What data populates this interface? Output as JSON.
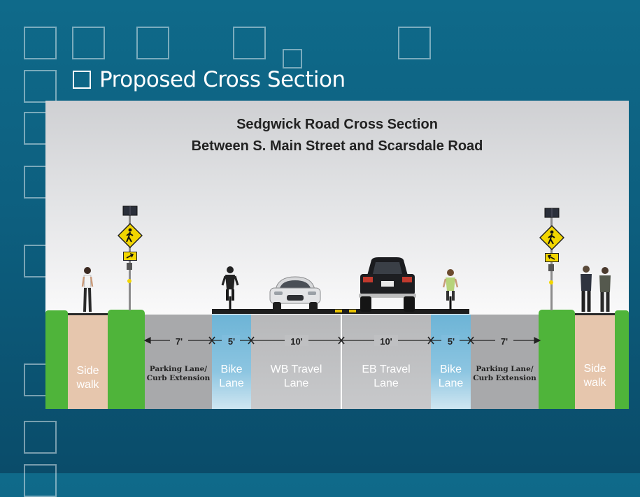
{
  "slide": {
    "title": "Proposed Cross Section"
  },
  "diagram": {
    "heading_line1": "Sedgwick Road Cross Section",
    "heading_line2": "Between S. Main Street and Scarsdale Road",
    "segments": [
      {
        "label": "Side walk",
        "line1": "Side",
        "line2": "walk"
      },
      {
        "label": "Parking Lane/ Curb Extension",
        "line1": "Parking Lane/",
        "line2": "Curb Extension",
        "width": "7'"
      },
      {
        "label": "Bike Lane",
        "line1": "Bike",
        "line2": "Lane",
        "width": "5'"
      },
      {
        "label": "WB Travel Lane",
        "line1": "WB Travel",
        "line2": "Lane",
        "width": "10'"
      },
      {
        "label": "EB Travel Lane",
        "line1": "EB Travel",
        "line2": "Lane",
        "width": "10'"
      },
      {
        "label": "Bike Lane",
        "line1": "Bike",
        "line2": "Lane",
        "width": "5'"
      },
      {
        "label": "Parking Lane/ Curb Extension",
        "line1": "Parking Lane/",
        "line2": "Curb Extension",
        "width": "7'"
      },
      {
        "label": "Side walk",
        "line1": "Side",
        "line2": "walk"
      }
    ]
  },
  "colors": {
    "background": "#0d5f7f",
    "grass": "#4fb43a",
    "sidewalk": "#e6c6ad",
    "parking": "#a8a9ab",
    "bike_lane": "#6db4d6",
    "sign_yellow": "#f2d600"
  },
  "icons": [
    "pedestrian-crossing-sign-icon",
    "solar-panel-icon",
    "bicyclist-icon",
    "car-icon",
    "pickup-truck-icon",
    "pedestrian-icon"
  ]
}
